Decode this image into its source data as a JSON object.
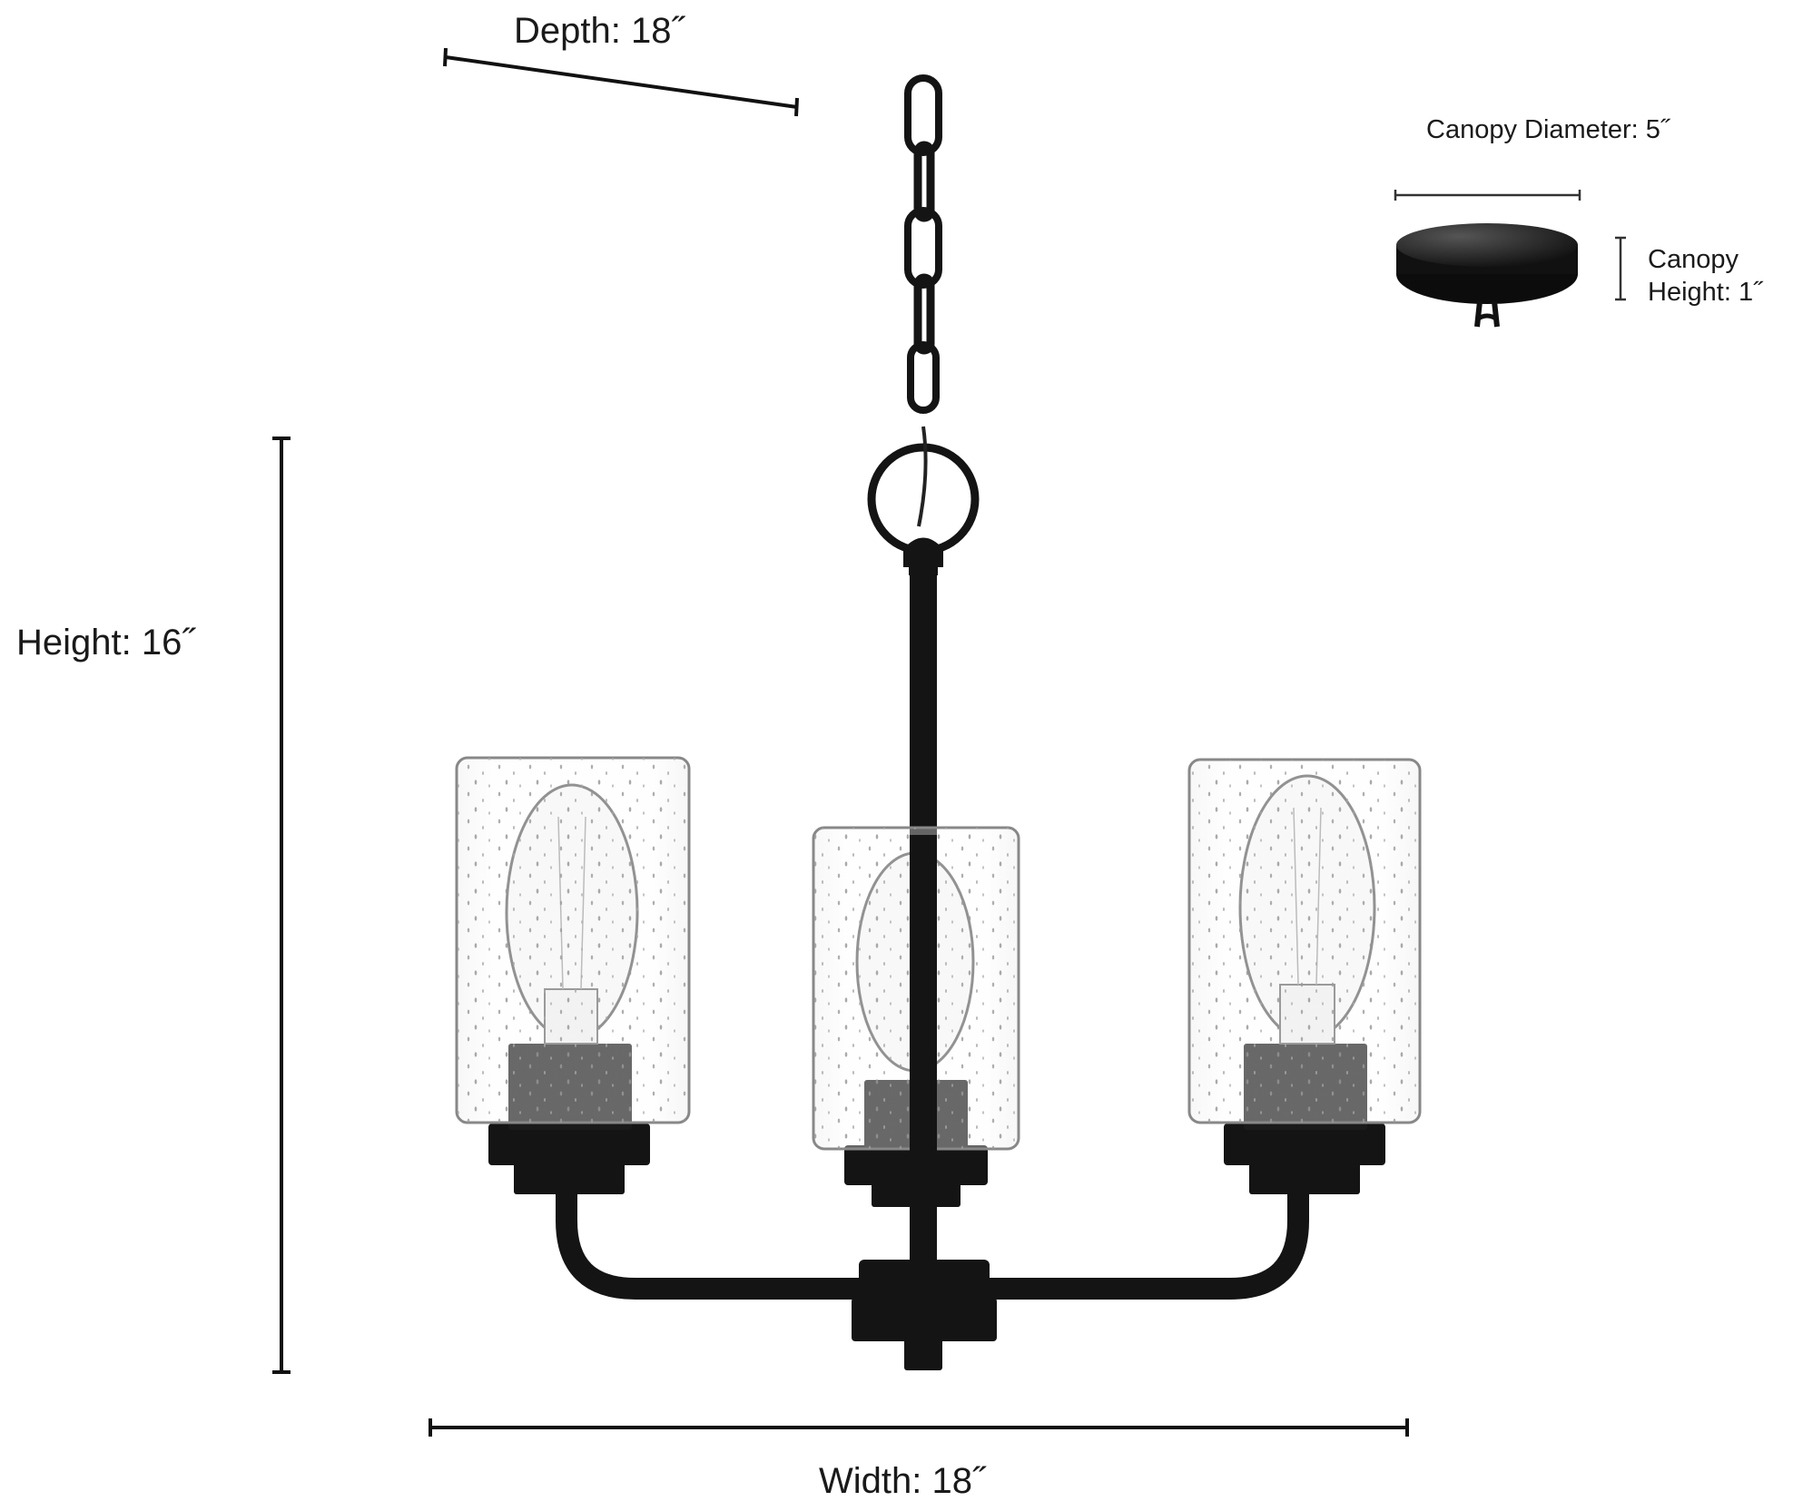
{
  "dimensions": {
    "depth": "Depth: 18˝",
    "height": "Height: 16˝",
    "width": "Width: 18˝",
    "canopy_diameter": "Canopy Diameter: 5˝",
    "canopy_height_line1": "Canopy",
    "canopy_height_line2": "Height: 1˝"
  },
  "colors": {
    "fixture": "#141414",
    "line": "#111111",
    "glass_edge": "#8c8c8c"
  }
}
